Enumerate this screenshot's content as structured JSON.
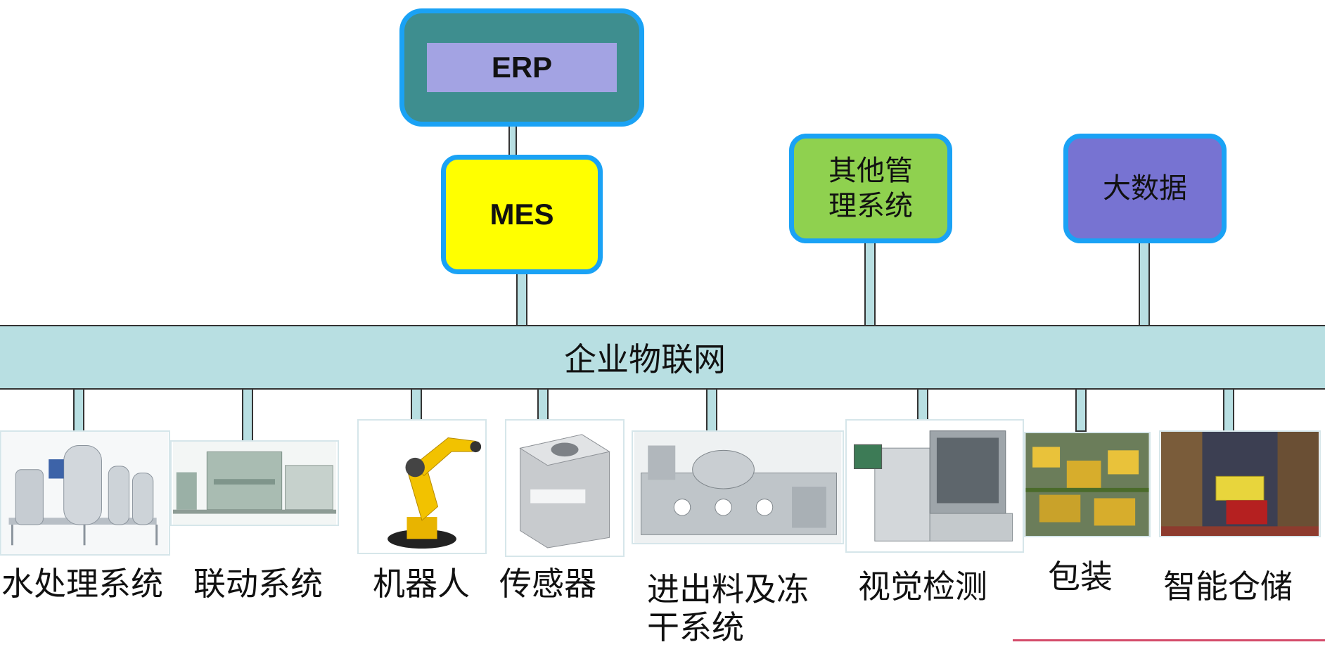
{
  "top": {
    "erp": "ERP",
    "mes": "MES",
    "other_mgmt_line1": "其他管",
    "other_mgmt_line2": "理系统",
    "big_data": "大数据"
  },
  "bus_label": "企业物联网",
  "devices": [
    {
      "id": "water",
      "label": "水处理系统"
    },
    {
      "id": "linkage",
      "label": "联动系统"
    },
    {
      "id": "robot",
      "label": "机器人"
    },
    {
      "id": "sensor",
      "label": "传感器"
    },
    {
      "id": "freeze_line1",
      "label": "进出料及冻"
    },
    {
      "id": "freeze_line2",
      "label": "干系统"
    },
    {
      "id": "vision",
      "label": "视觉检测"
    },
    {
      "id": "packing",
      "label": "包装"
    },
    {
      "id": "warehouse",
      "label": "智能仓储"
    }
  ],
  "colors": {
    "erp_outer": "#3e8e8f",
    "erp_inner": "#a3a3e3",
    "mes": "#ffff00",
    "other_mgmt": "#8fd14f",
    "big_data": "#7773d2",
    "border": "#1aa2f5",
    "bus": "#b8dfe2"
  }
}
